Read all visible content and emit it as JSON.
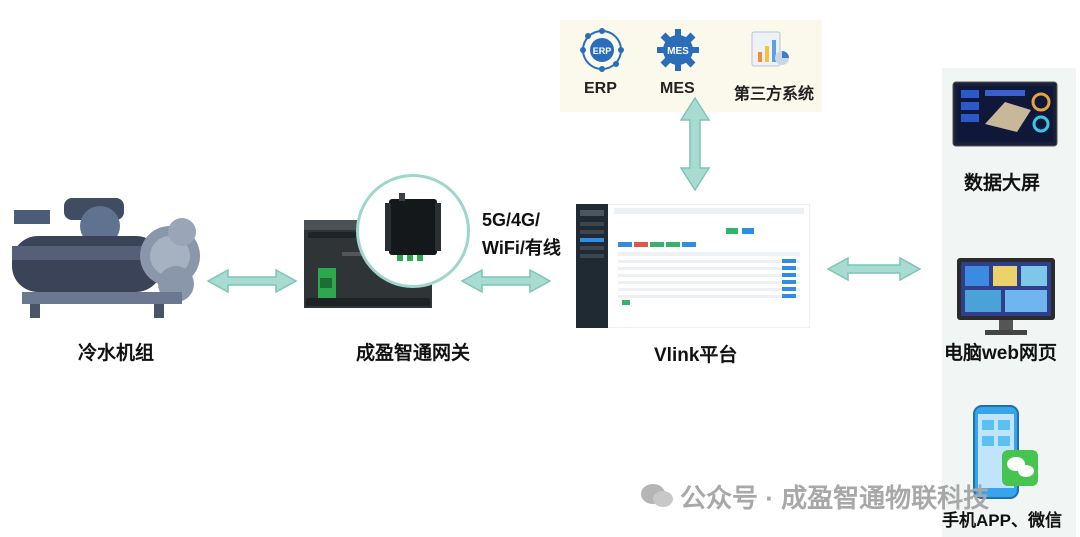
{
  "nodes": {
    "chiller": "冷水机组",
    "gateway": "成盈智通网关",
    "platform": "Vlink平台",
    "connection_line1": "5G/4G/",
    "connection_line2": "WiFi/有线"
  },
  "systems": {
    "erp": "ERP",
    "mes": "MES",
    "third_party": "第三方系统",
    "erp_icon_text": "ERP",
    "mes_icon_text": "MES"
  },
  "outputs": {
    "big_screen": "数据大屏",
    "web": "电脑web网页",
    "app": "手机APP、微信"
  },
  "watermark": "公众号 · 成盈智通物联科技",
  "colors": {
    "arrow": "#a8dcd2",
    "arrow_stroke": "#7fc4b7",
    "panel_top": "#fbf9ec",
    "panel_right": "#f1f6f4",
    "platform_blue": "#2f8de4"
  }
}
